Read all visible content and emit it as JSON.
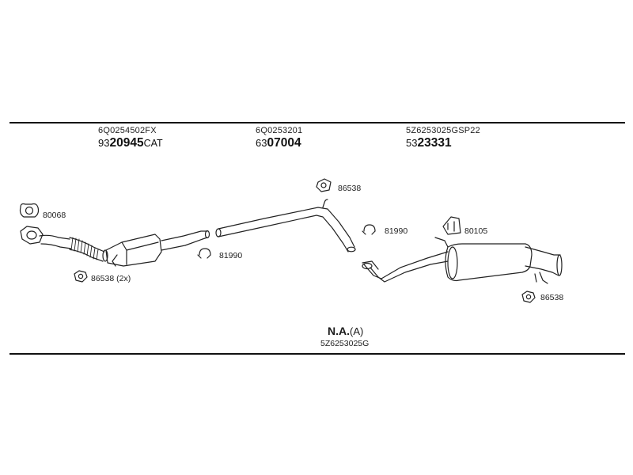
{
  "parts": [
    {
      "oem": "6Q0254502FX",
      "prefix": "93",
      "number": "20945",
      "suffix": "CAT"
    },
    {
      "oem": "6Q0253201",
      "prefix": "63",
      "number": "07004",
      "suffix": ""
    },
    {
      "oem": "5Z6253025GSP22",
      "prefix": "53",
      "number": "23331",
      "suffix": ""
    }
  ],
  "labels": {
    "gasket_front": "80068",
    "nut_front": "86538 (2x)",
    "clamp_cat": "81990",
    "hanger_mid": "86538",
    "clamp_mid": "81990",
    "hanger_rear": "80105",
    "nut_rear": "86538"
  },
  "footer": {
    "na_bold": "N.A.",
    "na_suffix": "(A)",
    "na_code": "5Z6253025G"
  }
}
